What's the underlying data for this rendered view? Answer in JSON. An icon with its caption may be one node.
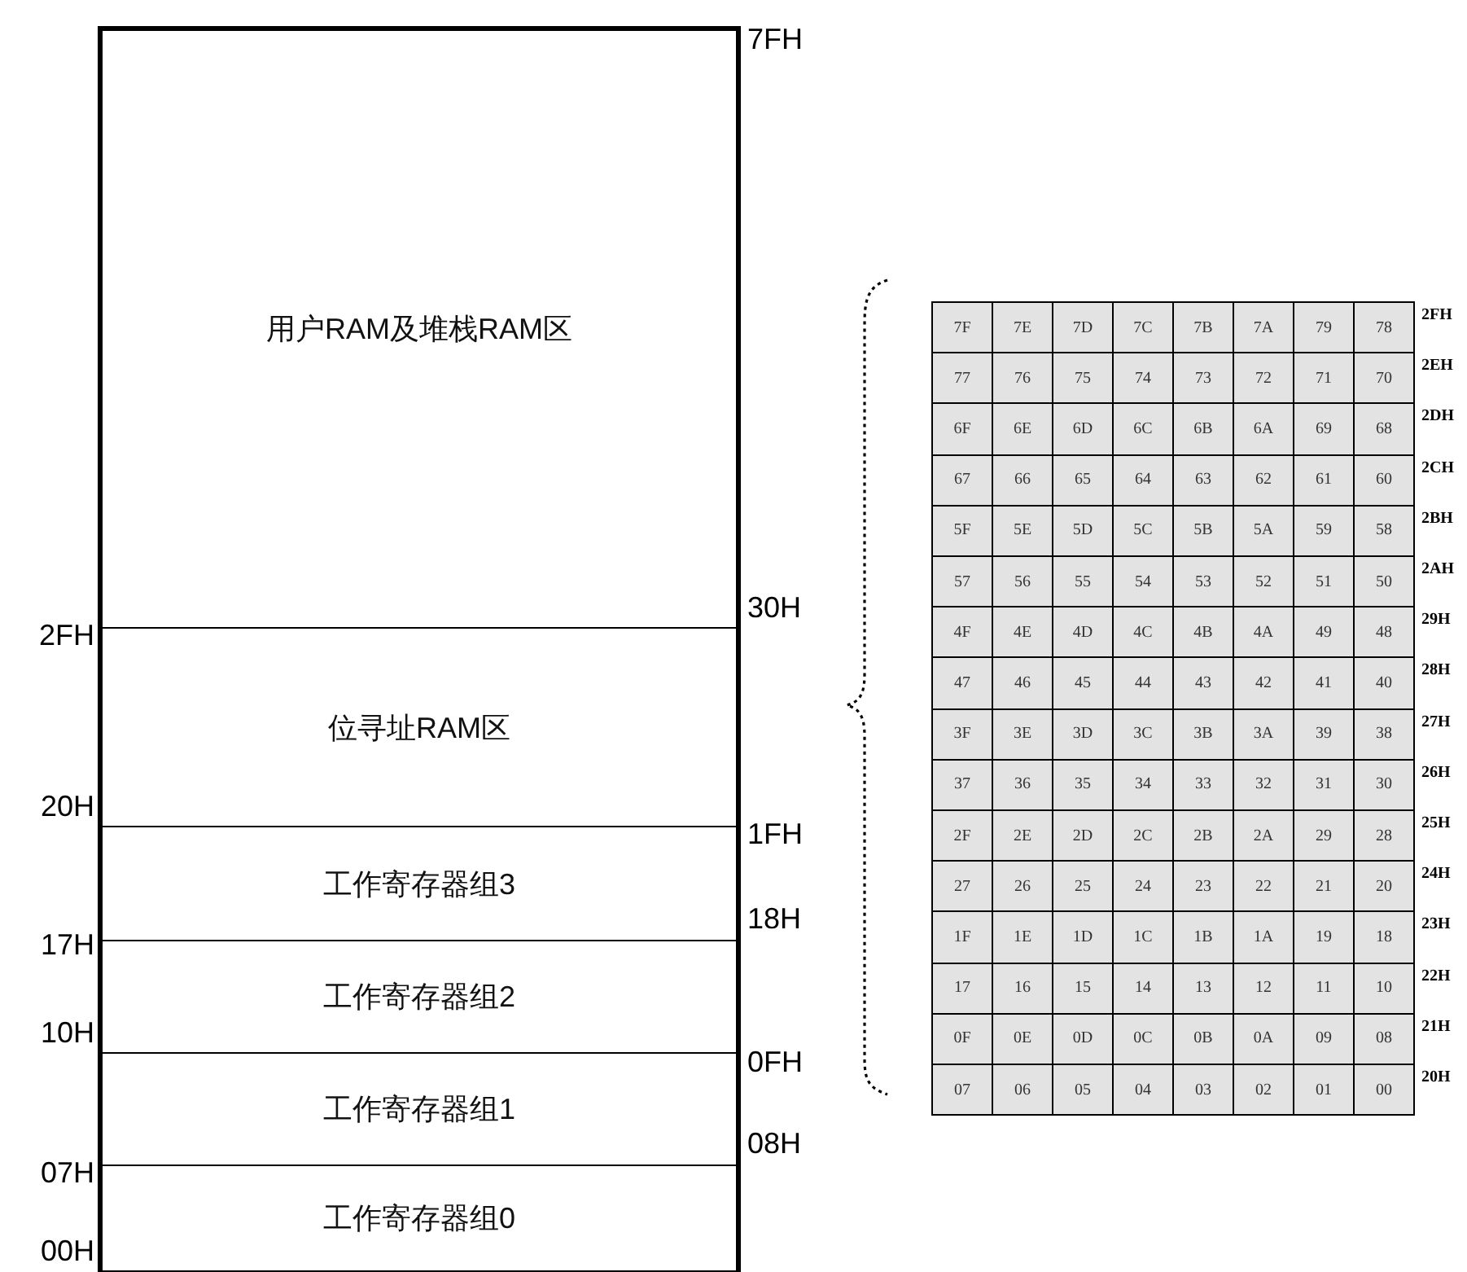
{
  "diagram": {
    "nodes": [
      {
        "text": [
          "用户RAM及堆栈RAM区"
        ]
      },
      {
        "text": [
          "位寻址RAM区"
        ]
      },
      {
        "text": [
          "工作寄存器组3"
        ]
      },
      {
        "text": [
          "工作寄存器组2"
        ]
      },
      {
        "text": [
          "工作寄存器组1"
        ]
      },
      {
        "text": [
          "工作寄存器组0"
        ]
      }
    ],
    "edges": [],
    "labels": [
      "7FH",
      "30H",
      "2FH",
      "20H",
      "1FH",
      "18H",
      "17H",
      "10H",
      "0FH",
      "08H",
      "07H",
      "00H",
      "7F",
      "7E",
      "7D",
      "7C",
      "7B",
      "7A",
      "79",
      "78",
      "2FH",
      "77",
      "76",
      "75",
      "74",
      "73",
      "72",
      "71",
      "70",
      "2EH",
      "6F",
      "6E",
      "6D",
      "6C",
      "6B",
      "6A",
      "69",
      "68",
      "2DH",
      "67",
      "66",
      "65",
      "64",
      "63",
      "62",
      "61",
      "60",
      "2CH",
      "5F",
      "5E",
      "5D",
      "5C",
      "5B",
      "5A",
      "59",
      "58",
      "2BH",
      "57",
      "56",
      "55",
      "54",
      "53",
      "52",
      "51",
      "50",
      "2AH",
      "4F",
      "4E",
      "4D",
      "4C",
      "4B",
      "4A",
      "49",
      "48",
      "29H",
      "47",
      "46",
      "45",
      "44",
      "43",
      "42",
      "41",
      "40",
      "28H",
      "3F",
      "3E",
      "3D",
      "3C",
      "3B",
      "3A",
      "39",
      "38",
      "27H",
      "37",
      "36",
      "35",
      "34",
      "33",
      "32",
      "31",
      "30",
      "26H",
      "2F",
      "2E",
      "2D",
      "2C",
      "2B",
      "2A",
      "29",
      "28",
      "25H",
      "27",
      "26",
      "25",
      "24",
      "23",
      "22",
      "21",
      "20",
      "24H",
      "1F",
      "1E",
      "1D",
      "1C",
      "1B",
      "1A",
      "19",
      "18",
      "23H",
      "17",
      "16",
      "15",
      "14",
      "13",
      "12",
      "11",
      "10",
      "22H",
      "0F",
      "0E",
      "0D",
      "0C",
      "0B",
      "0A",
      "09",
      "08",
      "21H",
      "07",
      "06",
      "05",
      "04",
      "03",
      "02",
      "01",
      "00",
      "20H"
    ]
  }
}
